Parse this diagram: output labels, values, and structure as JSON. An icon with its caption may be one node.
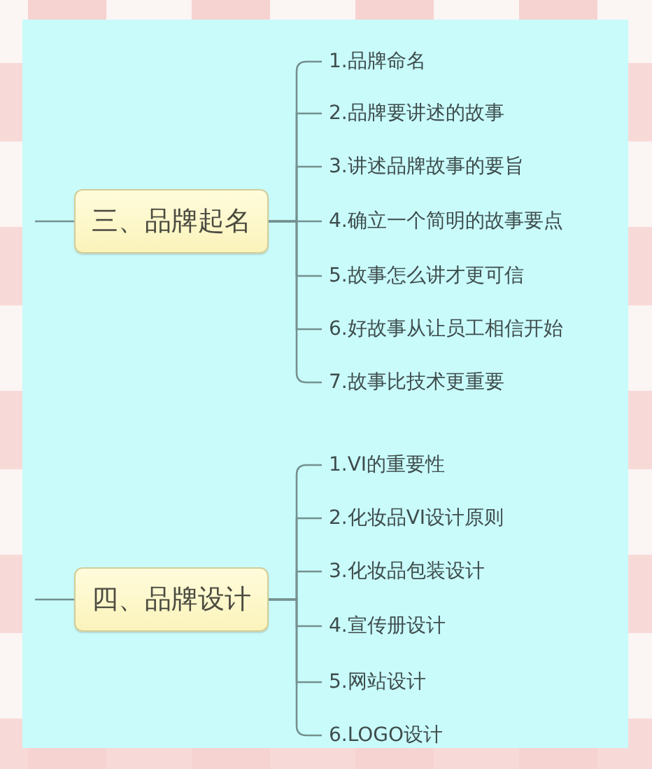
{
  "diagram": {
    "nodes": [
      {
        "text": [
          "三、品牌起名"
        ]
      },
      {
        "text": [
          "1.品牌命名"
        ]
      },
      {
        "text": [
          "2.品牌要讲述的故事"
        ]
      },
      {
        "text": [
          "3.讲述品牌故事的要旨"
        ]
      },
      {
        "text": [
          "4.确立一个简明的故事要点"
        ]
      },
      {
        "text": [
          "5.故事怎么讲才更可信"
        ]
      },
      {
        "text": [
          "6.好故事从让员工相信开始"
        ]
      },
      {
        "text": [
          "7.故事比技术更重要"
        ]
      },
      {
        "text": [
          "四、品牌设计"
        ]
      },
      {
        "text": [
          "1.VI的重要性"
        ]
      },
      {
        "text": [
          "2.化妆品VI设计原则"
        ]
      },
      {
        "text": [
          "3.化妆品包装设计"
        ]
      },
      {
        "text": [
          "4.宣传册设计"
        ]
      },
      {
        "text": [
          "5.网站设计"
        ]
      },
      {
        "text": [
          "6.LOGO设计"
        ]
      }
    ],
    "edges": [
      {
        "from": null,
        "to": 0,
        "arrow": "none"
      },
      {
        "from": 0,
        "to": 1,
        "arrow": "none"
      },
      {
        "from": 0,
        "to": 2,
        "arrow": "none"
      },
      {
        "from": 0,
        "to": 3,
        "arrow": "none"
      },
      {
        "from": 0,
        "to": 4,
        "arrow": "none"
      },
      {
        "from": 0,
        "to": 5,
        "arrow": "none"
      },
      {
        "from": 0,
        "to": 6,
        "arrow": "none"
      },
      {
        "from": 0,
        "to": 7,
        "arrow": "none"
      },
      {
        "from": null,
        "to": 8,
        "arrow": "none"
      },
      {
        "from": 8,
        "to": 9,
        "arrow": "none"
      },
      {
        "from": 8,
        "to": 10,
        "arrow": "none"
      },
      {
        "from": 8,
        "to": 11,
        "arrow": "none"
      },
      {
        "from": 8,
        "to": 12,
        "arrow": "none"
      },
      {
        "from": 8,
        "to": 13,
        "arrow": "none"
      },
      {
        "from": 8,
        "to": 14,
        "arrow": "none"
      }
    ]
  }
}
